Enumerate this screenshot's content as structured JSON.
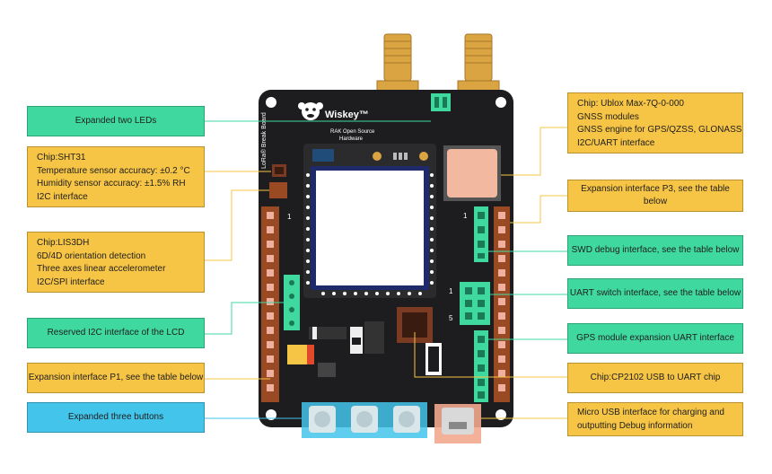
{
  "board": {
    "brand": "Wiskey™",
    "subtitle_line1": "RAK Open Source",
    "subtitle_line2": "Hardware",
    "side_label": "LoRa® Break Board",
    "pin_marker_1a": "1",
    "pin_marker_1b": "1",
    "pin_marker_5": "5"
  },
  "callouts": {
    "leds": "Expanded two LEDs",
    "sht31": [
      "Chip:SHT31",
      "Temperature sensor accuracy: ±0.2 °C",
      "Humidity sensor accuracy: ±1.5% RH",
      "I2C interface"
    ],
    "lis3dh": [
      "Chip:LIS3DH",
      "6D/4D orientation detection",
      "Three axes linear accelerometer",
      "I2C/SPI interface"
    ],
    "lcd_i2c": "Reserved I2C interface of the LCD",
    "p1": "Expansion interface P1, see the table below",
    "buttons": "Expanded three buttons",
    "gps_chip": [
      "Chip: Ublox Max-7Q-0-000",
      "GNSS modules",
      "GNSS engine for GPS/QZSS, GLONASS",
      "I2C/UART interface"
    ],
    "p3": "Expansion interface P3, see the table below",
    "swd": "SWD debug interface, see the table below",
    "uart_switch": "UART switch interface, see the table below",
    "gps_uart": "GPS module expansion UART interface",
    "cp2102": "Chip:CP2102 USB to UART chip",
    "usb": [
      "Micro USB interface for charging and",
      "outputting Debug information"
    ]
  },
  "colors": {
    "green": "#3fd9a0",
    "yellow": "#f7c545",
    "blue": "#43c4ea",
    "board": "#1d1d1f",
    "gold": "#d9a441"
  },
  "icons": [
    "monkey-logo-icon",
    "antenna-connector-icon"
  ]
}
